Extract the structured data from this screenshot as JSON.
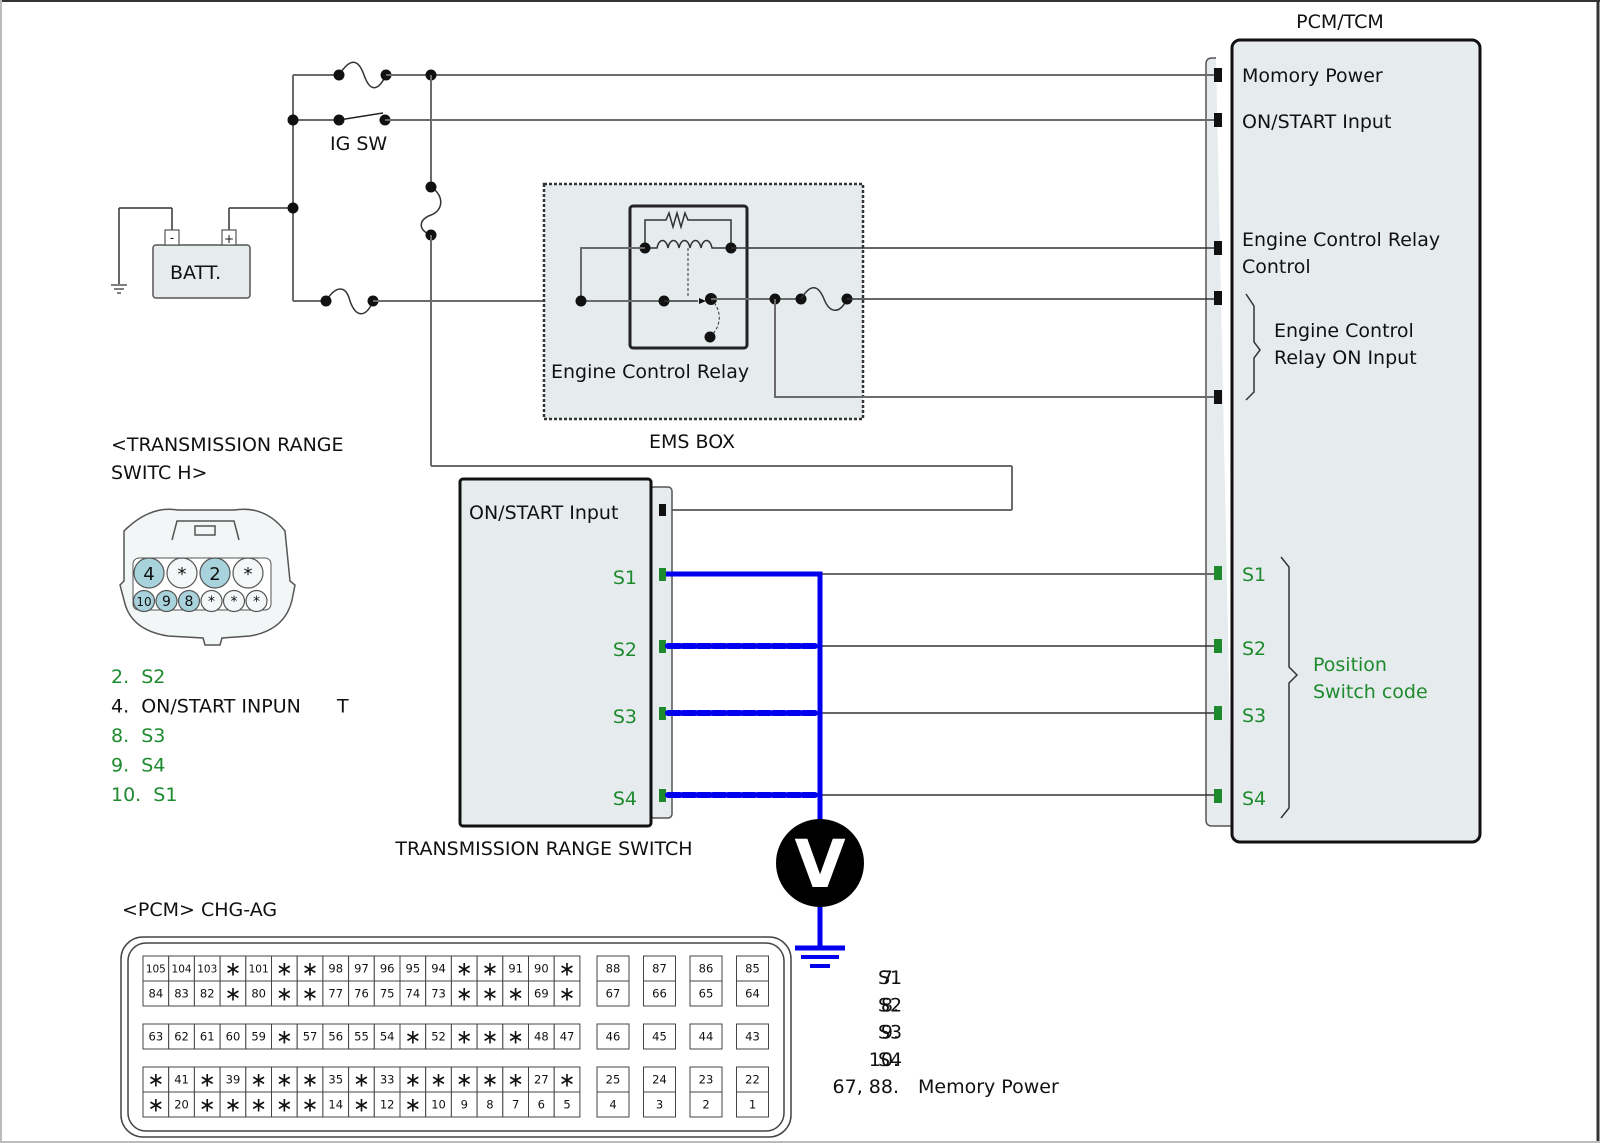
{
  "pcm_tcm": {
    "title": "PCM/TCM",
    "terminals": [
      {
        "label": "Momory Power"
      },
      {
        "label": "ON/START Input"
      },
      {
        "label_line1": "Engine Control Relay",
        "label_line2": "Control"
      },
      {
        "label_line1": "Engine Control",
        "label_line2": "Relay ON Input"
      }
    ],
    "position_terminals": [
      "S1",
      "S2",
      "S3",
      "S4"
    ],
    "position_group_line1": "Position",
    "position_group_line2": "Switch code"
  },
  "power": {
    "battery_label": "BATT.",
    "battery_neg": "-",
    "battery_pos": "+",
    "ig_sw_label": "IG SW"
  },
  "ems": {
    "relay_label": "Engine Control Relay",
    "box_label": "EMS BOX"
  },
  "trs": {
    "title": "TRANSMISSION RANGE SWITCH",
    "on_start": "ON/START Input",
    "terminals": [
      "S1",
      "S2",
      "S3",
      "S4"
    ]
  },
  "meter": {
    "symbol": "V"
  },
  "trs_connector": {
    "title_line1": "<TRANSMISSION RANGE",
    "title_line2": "SWITC   H>",
    "top_row": [
      "4",
      "*",
      "2",
      "*"
    ],
    "bottom_row": [
      "10",
      "9",
      "8",
      "*",
      "*",
      "*"
    ],
    "highlighted": [
      "4",
      "2",
      "10",
      "9",
      "8"
    ],
    "pin_list": [
      {
        "text": "2.  S2",
        "color": "green"
      },
      {
        "text": "4.  ON/START INPUN      T",
        "color": "black"
      },
      {
        "text": "8.  S3",
        "color": "green"
      },
      {
        "text": "9.  S4",
        "color": "green"
      },
      {
        "text": "10.  S1",
        "color": "green"
      }
    ]
  },
  "pcm_connector": {
    "title": "<PCM>    CHG-AG",
    "block1_row1": [
      "105",
      "104",
      "103",
      "*",
      "101",
      "*",
      "*",
      "98",
      "97",
      "96",
      "95",
      "94",
      "*",
      "*",
      "91",
      "90",
      "*"
    ],
    "block1_row2": [
      "84",
      "83",
      "82",
      "*",
      "80",
      "*",
      "*",
      "77",
      "76",
      "75",
      "74",
      "73",
      "*",
      "*",
      "*",
      "69",
      "*"
    ],
    "block2_row1": [
      "63",
      "62",
      "61",
      "60",
      "59",
      "*",
      "57",
      "56",
      "55",
      "54",
      "*",
      "52",
      "*",
      "*",
      "*",
      "48",
      "47"
    ],
    "block3_row1": [
      "*",
      "41",
      "*",
      "39",
      "*",
      "*",
      "*",
      "35",
      "*",
      "33",
      "*",
      "*",
      "*",
      "*",
      "*",
      "27",
      "*"
    ],
    "block3_row2": [
      "*",
      "20",
      "*",
      "*",
      "*",
      "*",
      "*",
      "14",
      "*",
      "12",
      "*",
      "10",
      "9",
      "8",
      "7",
      "6",
      "5"
    ],
    "side_pairs_top": [
      [
        "88",
        "67"
      ],
      [
        "87",
        "66"
      ],
      [
        "86",
        "65"
      ],
      [
        "85",
        "64"
      ]
    ],
    "side_singles_mid": [
      "46",
      "45",
      "44",
      "43"
    ],
    "side_pairs_bottom": [
      [
        "25",
        "4"
      ],
      [
        "24",
        "3"
      ],
      [
        "23",
        "2"
      ],
      [
        "22",
        "1"
      ]
    ],
    "pin_list": [
      {
        "num": "7.",
        "name": "S1"
      },
      {
        "num": "8.",
        "name": "S2"
      },
      {
        "num": "9.",
        "name": "S3"
      },
      {
        "num": "10.",
        "name": "S4"
      },
      {
        "num": "67, 88.",
        "name": "Memory Power"
      }
    ]
  },
  "colors": {
    "signal_green": "#1e8a2e",
    "probe_blue": "#0000ee",
    "module_fill": "#e6ecee",
    "connector_highlight": "#a9d3dc"
  }
}
